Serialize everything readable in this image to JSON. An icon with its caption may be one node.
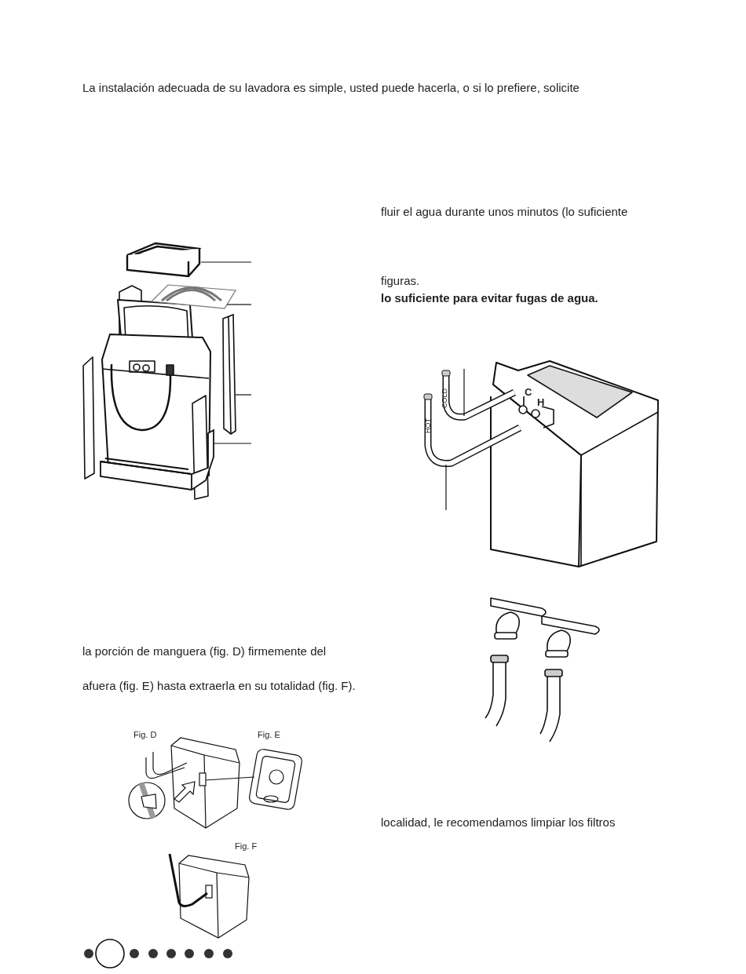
{
  "diagram": {
    "nodes": [
      {
        "text": [],
        "shape": "picture"
      },
      {
        "text": [],
        "shape": "picture"
      },
      {
        "text": [],
        "shape": "picture"
      },
      {
        "text": [],
        "shape": "picture"
      },
      {
        "text": [],
        "shape": "picture"
      },
      {
        "text": [],
        "shape": "picture"
      },
      {
        "text": [],
        "shape": "picture",
        "beside": [
          "Fig. D"
        ]
      },
      {
        "text": [],
        "shape": "picture",
        "beside": [
          "Fig. E"
        ]
      },
      {
        "text": [],
        "shape": "picture",
        "beside": [
          "Fig. F"
        ]
      }
    ],
    "edges": [
      {
        "from": null,
        "to": 0,
        "arrow": "none"
      },
      {
        "from": null,
        "to": 1,
        "arrow": "none"
      },
      {
        "from": null,
        "to": 2,
        "arrow": "none"
      },
      {
        "from": null,
        "to": 3,
        "arrow": "none"
      },
      {
        "from": null,
        "to": 4,
        "arrow": "none"
      },
      {
        "from": null,
        "to": 5,
        "arrow": "none"
      },
      {
        "from": 6,
        "to": 7,
        "arrow": "none"
      }
    ],
    "labels": [
      "La instalación adecuada de su lavadora es simple, usted puede hacerla, o si lo prefiere, solicite",
      "fluir el agua durante unos minutos (lo suficiente",
      "figuras.",
      "lo suficiente para evitar fugas de agua.",
      "COLD",
      "HOT",
      "C",
      "H",
      "la porción de manguera (fig. D) firmemente del",
      "afuera (fig. E) hasta extraerla en su totalidad (fig. F).",
      "localidad, le recomendamos limpiar los filtros"
    ]
  }
}
